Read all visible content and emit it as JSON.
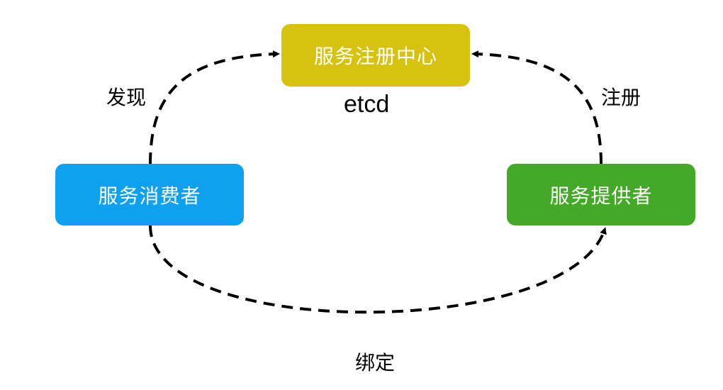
{
  "nodes": {
    "registry": {
      "label": "服务注册中心",
      "sub_label": "etcd",
      "color": "#d8c210"
    },
    "consumer": {
      "label": "服务消费者",
      "color": "#10a0f0"
    },
    "provider": {
      "label": "服务提供者",
      "color": "#44a828"
    }
  },
  "edges": {
    "discover": {
      "label": "发现",
      "from": "consumer",
      "to": "registry"
    },
    "register": {
      "label": "注册",
      "from": "provider",
      "to": "registry"
    },
    "bind": {
      "label": "绑定",
      "from": "consumer",
      "to": "provider"
    }
  },
  "colors": {
    "arrow": "#000000"
  }
}
